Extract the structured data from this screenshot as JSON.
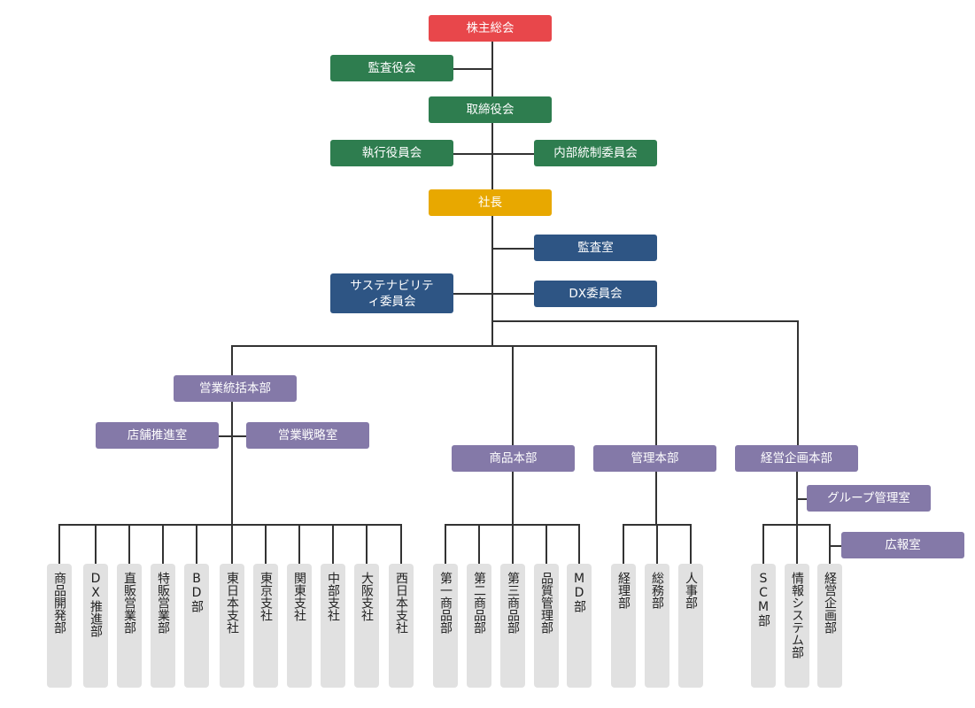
{
  "top": {
    "shareholders": "株主総会",
    "auditors": "監査役会",
    "board": "取締役会",
    "executive_officers": "執行役員会",
    "internal_control": "内部統制委員会",
    "president": "社長",
    "audit_office": "監査室",
    "sustainability": "サステナビリティ委員会",
    "dx_committee": "DX委員会"
  },
  "divisions": {
    "sales": "営業統括本部",
    "store_promotion": "店舗推進室",
    "sales_strategy": "営業戦略室",
    "merchandise": "商品本部",
    "administration": "管理本部",
    "corporate_planning": "経営企画本部",
    "group_management": "グループ管理室",
    "pr": "広報室"
  },
  "departments": {
    "sales": [
      "商品開発部",
      "DX推進部",
      "直販営業部",
      "特販営業部",
      "BD部",
      "東日本支社",
      "東京支社",
      "関東支社",
      "中部支社",
      "大阪支社",
      "西日本支社"
    ],
    "merchandise": [
      "第一商品部",
      "第二商品部",
      "第三商品部",
      "品質管理部",
      "MD部"
    ],
    "administration": [
      "経理部",
      "総務部",
      "人事部"
    ],
    "corporate_planning": [
      "SCM部",
      "情報システム部",
      "経営企画部"
    ]
  },
  "colors": {
    "shareholders": "#e8474b",
    "governance": "#2e7d4f",
    "president": "#e8a800",
    "committee": "#2e5584",
    "division": "#8479a8",
    "department": "#e1e1e1"
  }
}
